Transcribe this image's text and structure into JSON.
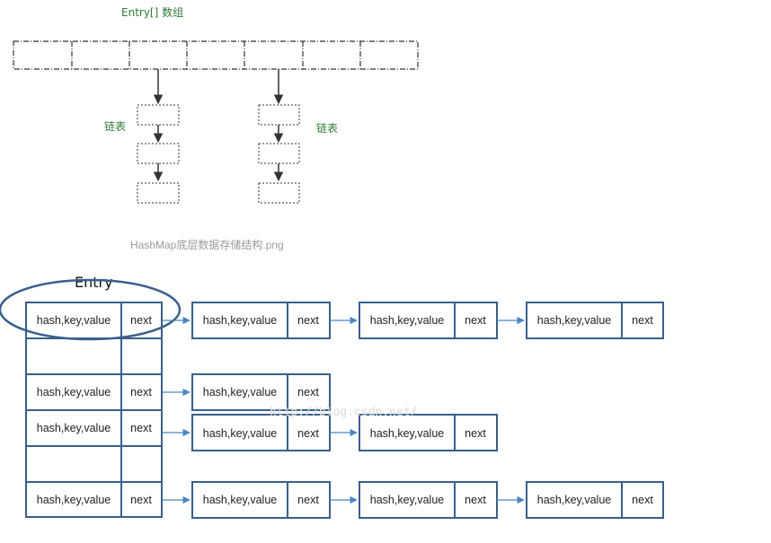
{
  "top_diagram": {
    "array_label": "Entry[] 数组",
    "list_label_left": "链表",
    "list_label_right": "链表",
    "caption": "HashMap底层数据存储结构.png"
  },
  "bottom_diagram": {
    "entry_label": "Entry",
    "cell_main_text": "hash,key,value",
    "cell_next_text": "next",
    "watermark": "http://blog.csdn.net/"
  },
  "colors": {
    "box_stroke": "#3a5f8c",
    "arrow": "#4a86c5",
    "dashed_stroke": "#333333",
    "label_green": "#2e7d32"
  }
}
